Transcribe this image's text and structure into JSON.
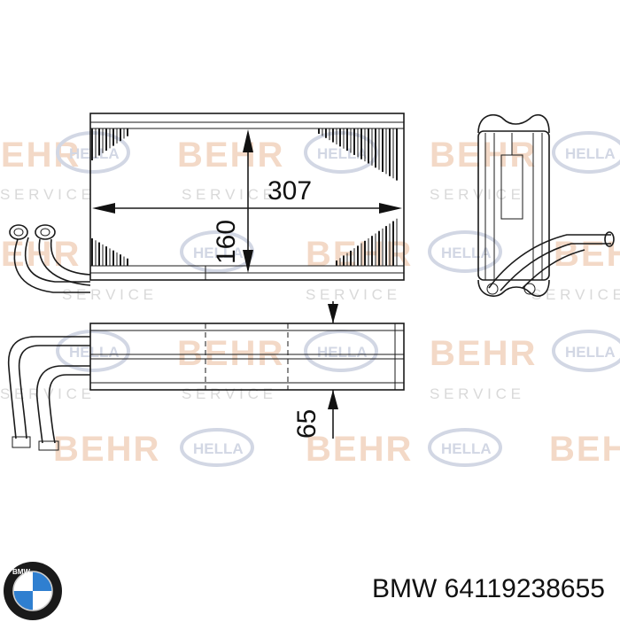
{
  "watermark": {
    "brand_behr": "BEHR",
    "brand_hella": "HELLA",
    "service": "S E R V I C E"
  },
  "dimensions": {
    "length": "307",
    "height": "160",
    "depth": "65"
  },
  "caption": {
    "brand": "BMW",
    "part_number": "64119238655"
  },
  "logo": {
    "name": "BMW",
    "colors": {
      "blue": "#2f7fd0",
      "ring": "#1a1a1a",
      "white": "#ffffff"
    }
  }
}
